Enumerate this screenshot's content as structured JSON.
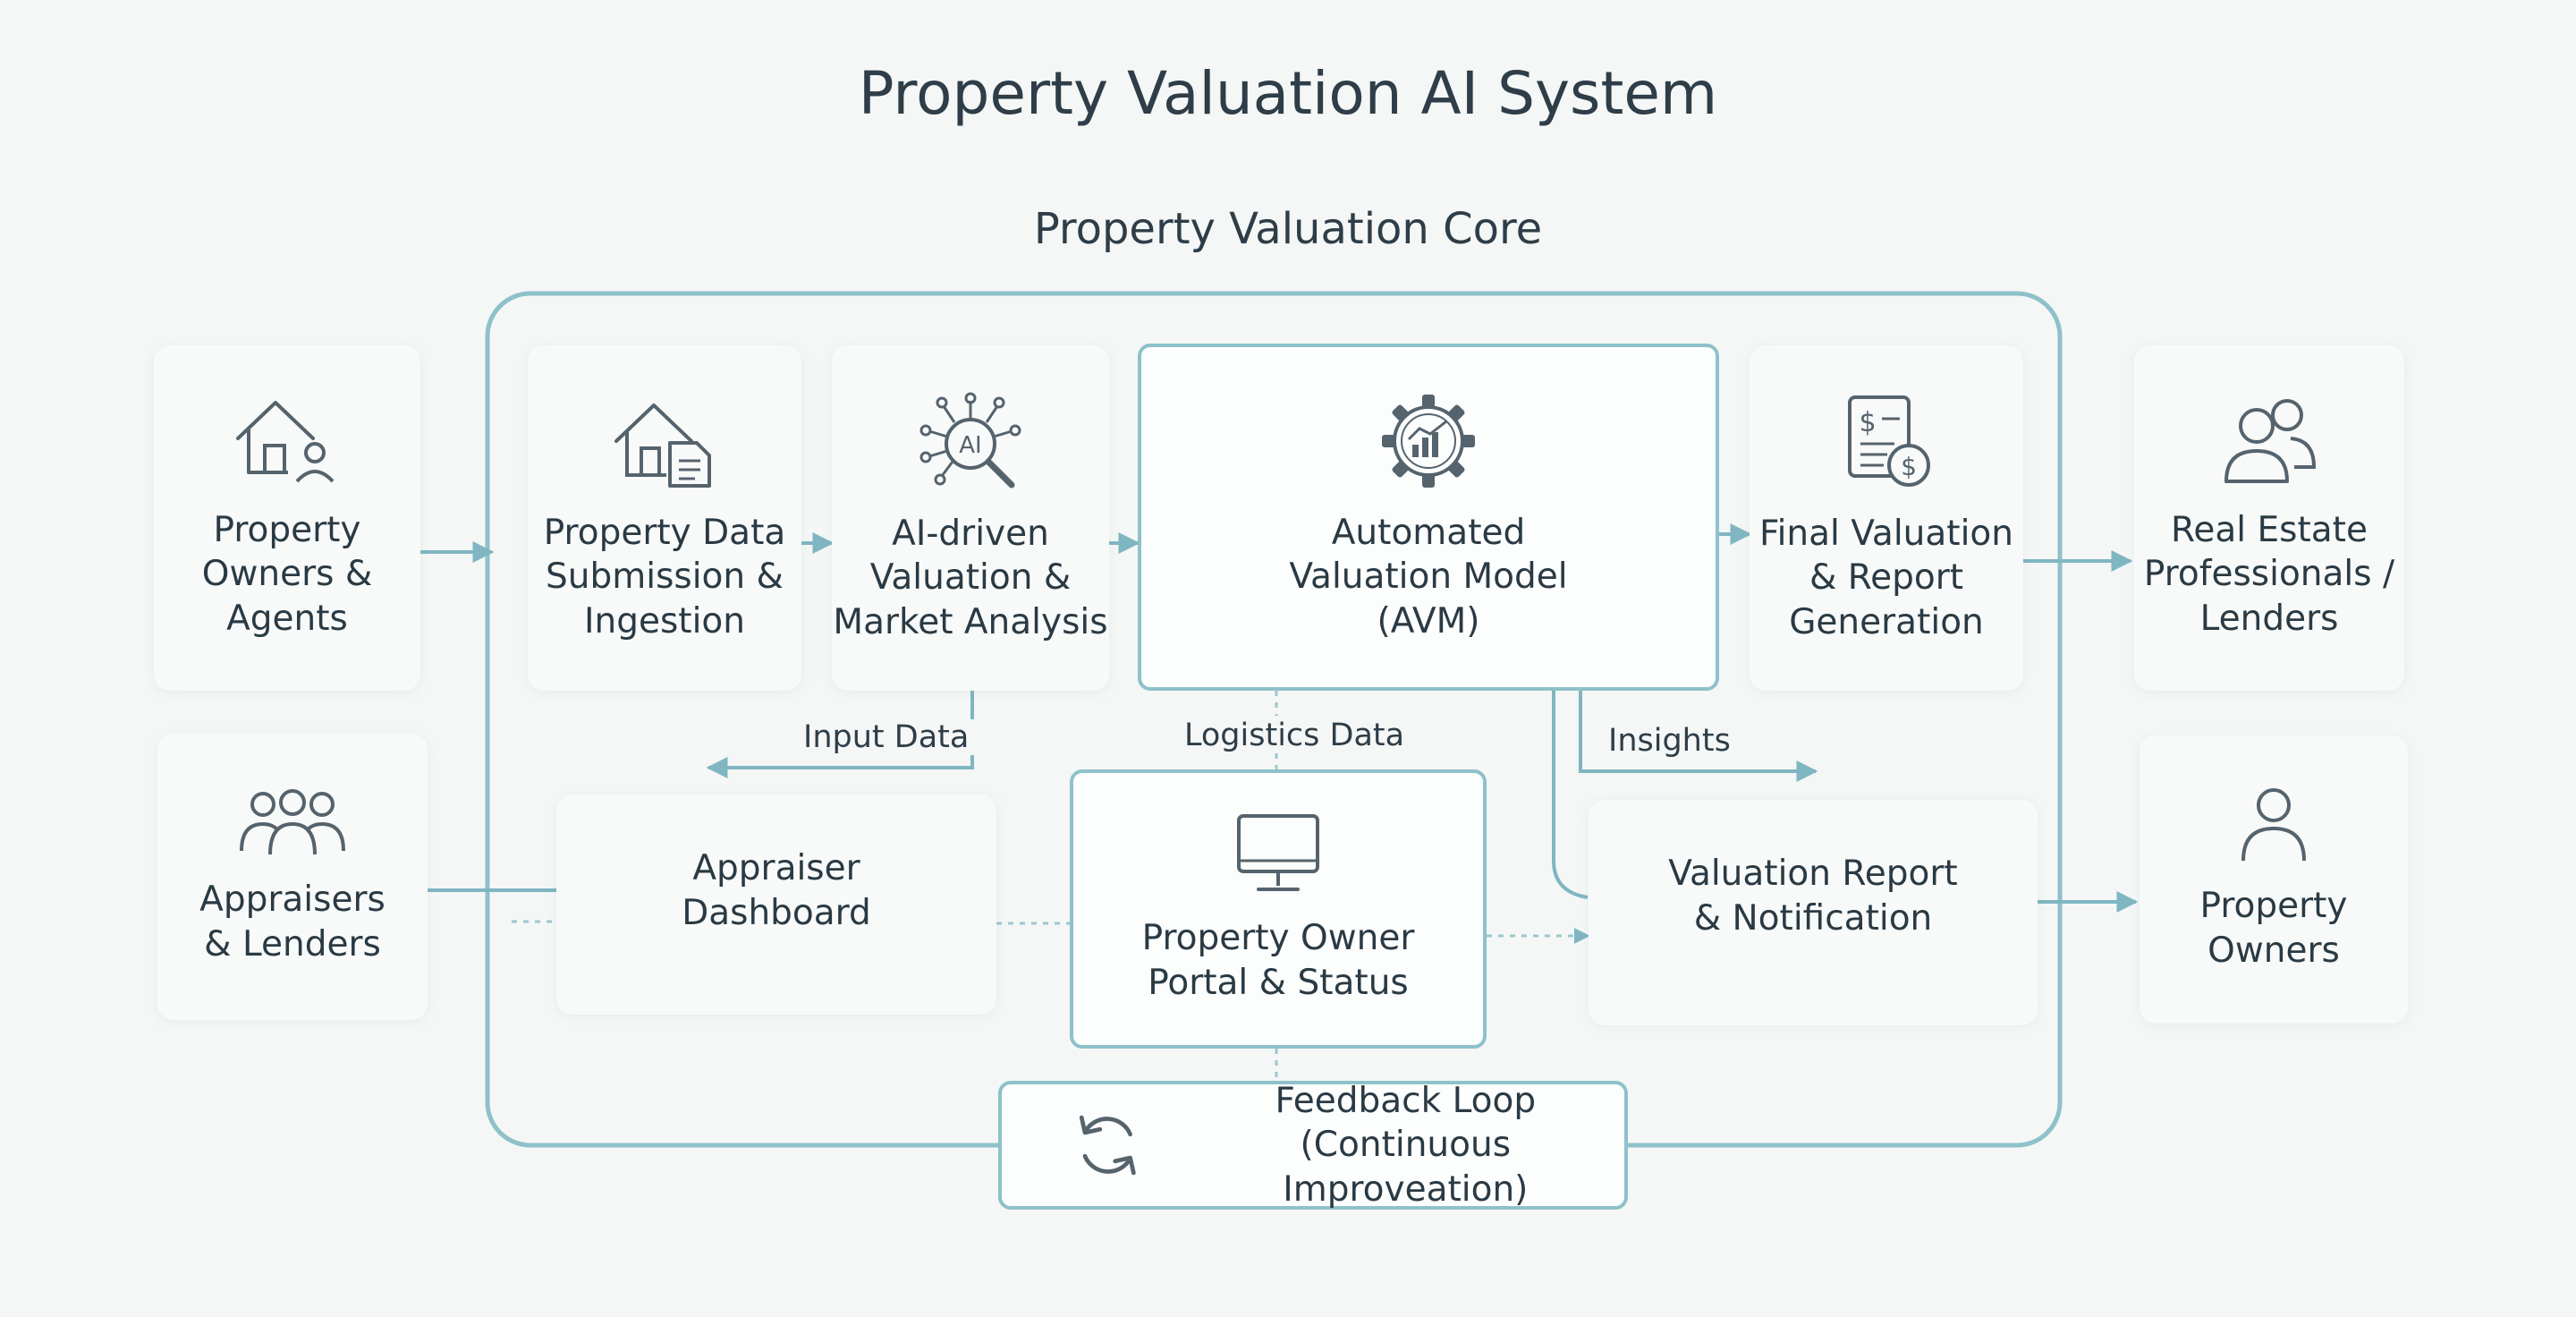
{
  "title": "Property Valuation AI System",
  "core_title": "Property Valuation Core",
  "nodes": {
    "owners_agents": "Property\nOwners &\nAgents",
    "appraisers_lenders": "Appraisers\n& Lenders",
    "data_submission": "Property Data\nSubmission &\nIngestion",
    "ai_valuation": "AI-driven\nValuation &\nMarket Analysis",
    "avm": "Automated\nValuation Model\n(AVM)",
    "final_report": "Final Valuation\n& Report\nGeneration",
    "re_professionals": "Real Estate\nProfessionals /\nLenders",
    "appraiser_dashboard": "Appraiser\nDashboard",
    "owner_portal": "Property Owner\nPortal & Status",
    "report_notification": "Valuation Report\n& Notification",
    "property_owners": "Property\nOwners",
    "feedback_loop": "Feedback Loop\n(Continuous Improveation)"
  },
  "edges": {
    "input_data": "Input Data",
    "logistics_data": "Logistics Data",
    "insights": "Insights"
  },
  "icons": {
    "house_person": "house-person-icon",
    "house_document": "house-document-icon",
    "ai_network": "ai-network-icon",
    "ai_badge": "AI",
    "gear_chart": "gear-chart-icon",
    "invoice_dollar": "invoice-dollar-icon",
    "dollar_sign": "$",
    "people_pair": "people-pair-icon",
    "people_group": "people-group-icon",
    "monitor": "monitor-icon",
    "person": "person-icon",
    "refresh": "refresh-icon"
  },
  "colors": {
    "background": "#f4f7f6",
    "accent": "#8ec1c9",
    "connector": "#7fb6c1",
    "text": "#2a3a44",
    "icon": "#55636d"
  }
}
